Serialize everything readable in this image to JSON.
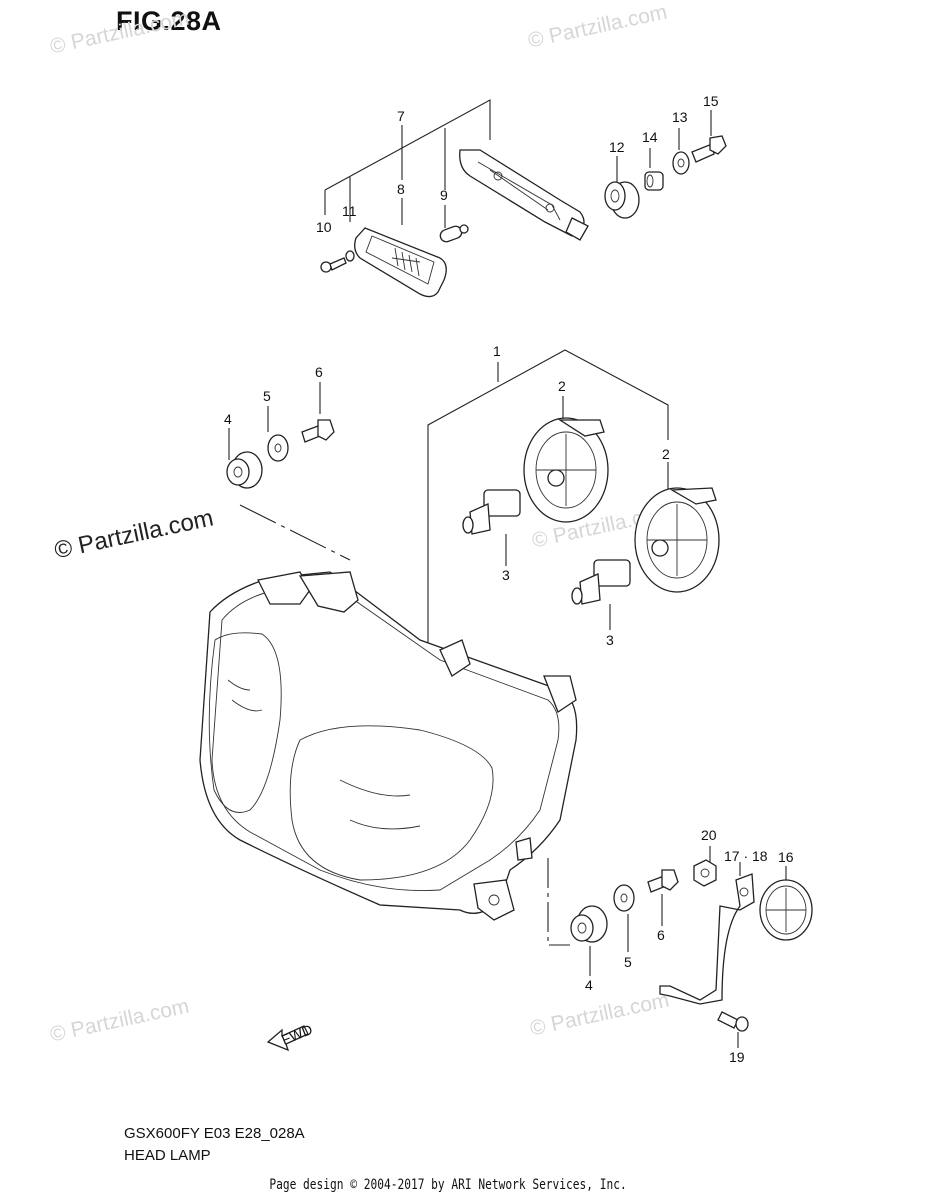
{
  "figure_title": "FIG.28A",
  "watermark_text": "© Partzilla.com",
  "watermark_prominent": "© Partzilla.com",
  "model_line": "GSX600FY E03 E28_028A",
  "section_title": "HEAD LAMP",
  "footer": "Page design © 2004-2017 by ARI Network Services, Inc.",
  "fwd_label": "FWD",
  "callouts": {
    "c1": "1",
    "c2a": "2",
    "c2b": "2",
    "c3a": "3",
    "c3b": "3",
    "c4a": "4",
    "c4b": "4",
    "c5a": "5",
    "c5b": "5",
    "c6a": "6",
    "c6b": "6",
    "c7": "7",
    "c8": "8",
    "c9": "9",
    "c10": "10",
    "c11": "11",
    "c12": "12",
    "c13": "13",
    "c14": "14",
    "c15": "15",
    "c16": "16",
    "c1718": "17 · 18",
    "c19": "19",
    "c20": "20"
  }
}
